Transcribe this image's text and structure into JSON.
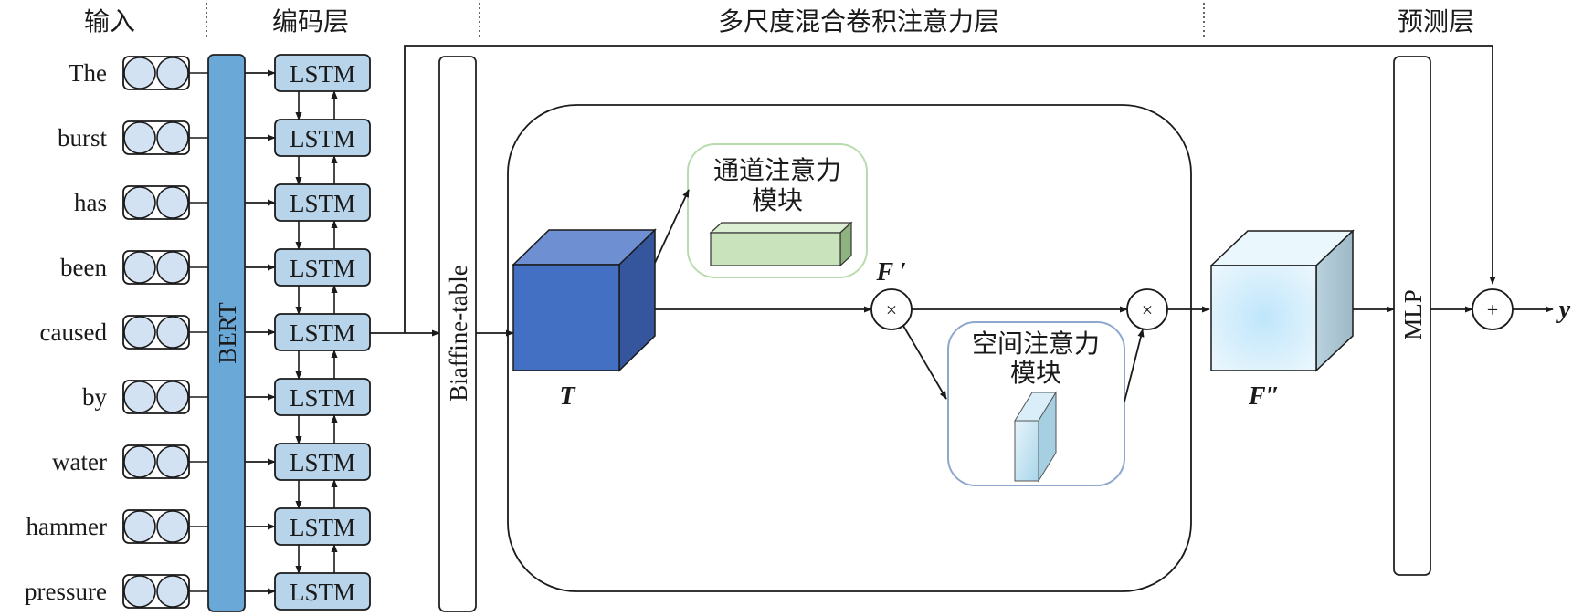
{
  "headers": {
    "input": "输入",
    "encoding": "编码层",
    "attention": "多尺度混合卷积注意力层",
    "prediction": "预测层"
  },
  "input_words": [
    "The",
    "burst",
    "has",
    "been",
    "caused",
    "by",
    "water",
    "hammer",
    "pressure"
  ],
  "bert_label": "BERT",
  "lstm_label": "LSTM",
  "biaffine_label": "Biaffine-table",
  "mlp_label": "MLP",
  "channel_module": {
    "line1": "通道注意力",
    "line2": "模块"
  },
  "spatial_module": {
    "line1": "空间注意力",
    "line2": "模块"
  },
  "labels": {
    "T": "T",
    "F_prime": "F ′",
    "F_double_prime": "F″",
    "output": "y"
  },
  "operators": {
    "multiply": "×",
    "add": "+"
  },
  "colors": {
    "bert": "#6aa8d8",
    "lstm": "#b8d4ea",
    "token_circle": "#d2e2f2",
    "cube_T": "#4470c4",
    "cube_F2": "#cfeaf8",
    "channel_bar": "#c9e3bd",
    "channel_border": "#b9dcae",
    "spatial_border": "#8ea8cc"
  }
}
